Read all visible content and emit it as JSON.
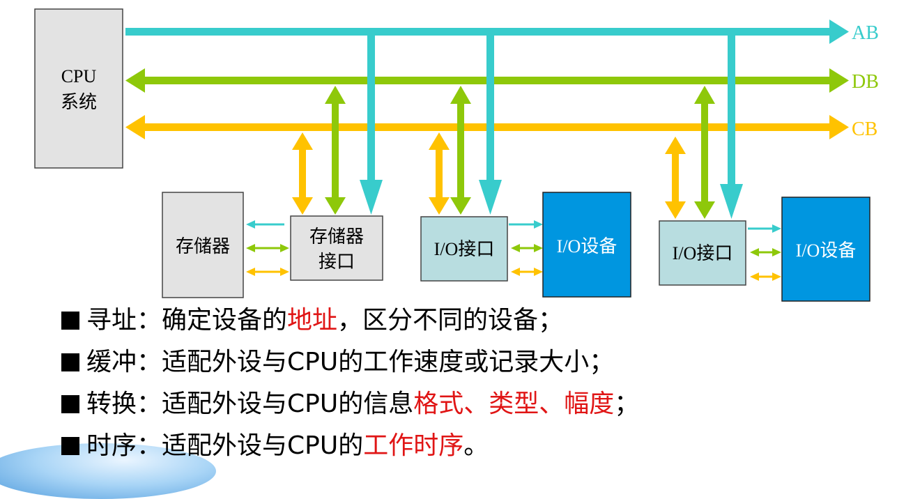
{
  "diagram": {
    "cpu_label_line1": "CPU",
    "cpu_label_line2": "系统",
    "bus_labels": {
      "ab": "AB",
      "db": "DB",
      "cb": "CB"
    },
    "memory_label": "存储器",
    "memory_interface_line1": "存储器",
    "memory_interface_line2": "接口",
    "io_interface_1": "I/O接口",
    "io_device_1": "I/O设备",
    "io_interface_2": "I/O接口",
    "io_device_2": "I/O设备",
    "colors": {
      "address_bus": "#38cccc",
      "data_bus": "#8ec80a",
      "control_bus": "#ffc200",
      "io_device_fill": "#0096e0",
      "interface_fill": "#b8dde0",
      "gray_fill": "#e3e3e3"
    }
  },
  "bullets": [
    {
      "parts": [
        {
          "text": "寻址：确定设备的",
          "red": false
        },
        {
          "text": "地址",
          "red": true
        },
        {
          "text": "，区分不同的设备；",
          "red": false
        }
      ]
    },
    {
      "parts": [
        {
          "text": "缓冲：适配外设与CPU的工作速度或记录大小；",
          "red": false
        }
      ]
    },
    {
      "parts": [
        {
          "text": "转换：适配外设与CPU的信息",
          "red": false
        },
        {
          "text": "格式、类型、幅度",
          "red": true
        },
        {
          "text": "；",
          "red": false
        }
      ]
    },
    {
      "parts": [
        {
          "text": "时序：适配外设与CPU的",
          "red": false
        },
        {
          "text": "工作时序",
          "red": true
        },
        {
          "text": "。",
          "red": false
        }
      ]
    }
  ]
}
